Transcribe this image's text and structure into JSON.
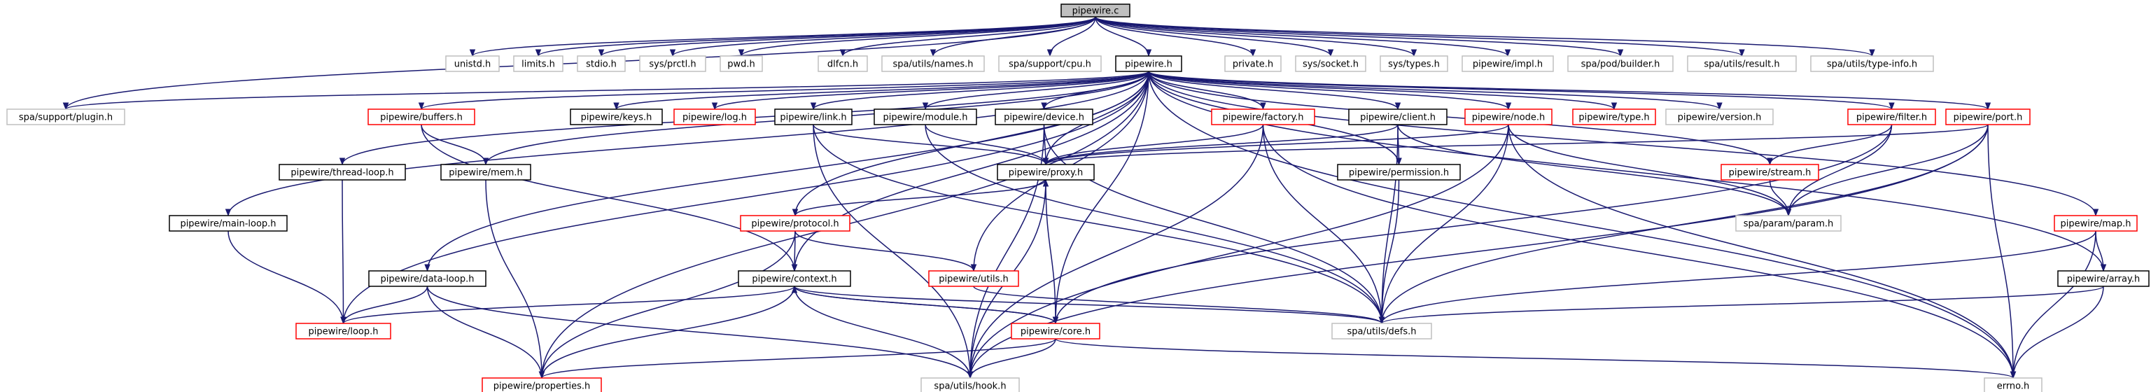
{
  "colors": {
    "edge": "#191970",
    "root_fill": "#bfbfbf",
    "root_border": "#000000",
    "documented_border": "#000000",
    "incomplete_border": "#ff0000",
    "external_border": "#bfbfbf",
    "node_fill": "#ffffff"
  },
  "nodes": [
    {
      "id": "pipewire_c",
      "label": "pipewire.c",
      "kind": "root"
    },
    {
      "id": "unistd",
      "label": "unistd.h",
      "kind": "external"
    },
    {
      "id": "limits",
      "label": "limits.h",
      "kind": "external"
    },
    {
      "id": "stdio",
      "label": "stdio.h",
      "kind": "external"
    },
    {
      "id": "prctl",
      "label": "sys/prctl.h",
      "kind": "external"
    },
    {
      "id": "pwd",
      "label": "pwd.h",
      "kind": "external"
    },
    {
      "id": "dlfcn",
      "label": "dlfcn.h",
      "kind": "external"
    },
    {
      "id": "names",
      "label": "spa/utils/names.h",
      "kind": "external"
    },
    {
      "id": "cpu",
      "label": "spa/support/cpu.h",
      "kind": "external"
    },
    {
      "id": "pipewire_h",
      "label": "pipewire.h",
      "kind": "documented"
    },
    {
      "id": "private",
      "label": "private.h",
      "kind": "external"
    },
    {
      "id": "socket",
      "label": "sys/socket.h",
      "kind": "external"
    },
    {
      "id": "types",
      "label": "sys/types.h",
      "kind": "external"
    },
    {
      "id": "impl",
      "label": "pipewire/impl.h",
      "kind": "external"
    },
    {
      "id": "builder",
      "label": "spa/pod/builder.h",
      "kind": "external"
    },
    {
      "id": "result",
      "label": "spa/utils/result.h",
      "kind": "external"
    },
    {
      "id": "typeinfo",
      "label": "spa/utils/type-info.h",
      "kind": "external"
    },
    {
      "id": "plugin",
      "label": "spa/support/plugin.h",
      "kind": "external"
    },
    {
      "id": "buffers",
      "label": "pipewire/buffers.h",
      "kind": "incomplete"
    },
    {
      "id": "keys",
      "label": "pipewire/keys.h",
      "kind": "documented"
    },
    {
      "id": "log",
      "label": "pipewire/log.h",
      "kind": "incomplete"
    },
    {
      "id": "link",
      "label": "pipewire/link.h",
      "kind": "documented"
    },
    {
      "id": "module",
      "label": "pipewire/module.h",
      "kind": "documented"
    },
    {
      "id": "device",
      "label": "pipewire/device.h",
      "kind": "documented"
    },
    {
      "id": "factory",
      "label": "pipewire/factory.h",
      "kind": "incomplete"
    },
    {
      "id": "client",
      "label": "pipewire/client.h",
      "kind": "documented"
    },
    {
      "id": "node",
      "label": "pipewire/node.h",
      "kind": "incomplete"
    },
    {
      "id": "ptype",
      "label": "pipewire/type.h",
      "kind": "incomplete"
    },
    {
      "id": "version",
      "label": "pipewire/version.h",
      "kind": "external"
    },
    {
      "id": "filter",
      "label": "pipewire/filter.h",
      "kind": "incomplete"
    },
    {
      "id": "port",
      "label": "pipewire/port.h",
      "kind": "incomplete"
    },
    {
      "id": "threadloop",
      "label": "pipewire/thread-loop.h",
      "kind": "documented"
    },
    {
      "id": "mem",
      "label": "pipewire/mem.h",
      "kind": "documented"
    },
    {
      "id": "proxy",
      "label": "pipewire/proxy.h",
      "kind": "documented"
    },
    {
      "id": "permission",
      "label": "pipewire/permission.h",
      "kind": "documented"
    },
    {
      "id": "stream",
      "label": "pipewire/stream.h",
      "kind": "incomplete"
    },
    {
      "id": "mainloop",
      "label": "pipewire/main-loop.h",
      "kind": "documented"
    },
    {
      "id": "protocol",
      "label": "pipewire/protocol.h",
      "kind": "incomplete"
    },
    {
      "id": "param",
      "label": "spa/param/param.h",
      "kind": "external"
    },
    {
      "id": "map",
      "label": "pipewire/map.h",
      "kind": "incomplete"
    },
    {
      "id": "dataloop",
      "label": "pipewire/data-loop.h",
      "kind": "documented"
    },
    {
      "id": "context",
      "label": "pipewire/context.h",
      "kind": "documented"
    },
    {
      "id": "putils",
      "label": "pipewire/utils.h",
      "kind": "incomplete"
    },
    {
      "id": "array",
      "label": "pipewire/array.h",
      "kind": "documented"
    },
    {
      "id": "loop",
      "label": "pipewire/loop.h",
      "kind": "incomplete"
    },
    {
      "id": "defs",
      "label": "spa/utils/defs.h",
      "kind": "external"
    },
    {
      "id": "core",
      "label": "pipewire/core.h",
      "kind": "incomplete"
    },
    {
      "id": "properties",
      "label": "pipewire/properties.h",
      "kind": "incomplete"
    },
    {
      "id": "hook",
      "label": "spa/utils/hook.h",
      "kind": "external"
    },
    {
      "id": "errno",
      "label": "errno.h",
      "kind": "external"
    }
  ],
  "edges": [
    [
      "pipewire_c",
      "unistd"
    ],
    [
      "pipewire_c",
      "limits"
    ],
    [
      "pipewire_c",
      "stdio"
    ],
    [
      "pipewire_c",
      "prctl"
    ],
    [
      "pipewire_c",
      "pwd"
    ],
    [
      "pipewire_c",
      "dlfcn"
    ],
    [
      "pipewire_c",
      "names"
    ],
    [
      "pipewire_c",
      "cpu"
    ],
    [
      "pipewire_c",
      "pipewire_h"
    ],
    [
      "pipewire_c",
      "private"
    ],
    [
      "pipewire_c",
      "socket"
    ],
    [
      "pipewire_c",
      "types"
    ],
    [
      "pipewire_c",
      "impl"
    ],
    [
      "pipewire_c",
      "builder"
    ],
    [
      "pipewire_c",
      "result"
    ],
    [
      "pipewire_c",
      "typeinfo"
    ],
    [
      "pipewire_c",
      "plugin"
    ],
    [
      "pipewire_h",
      "plugin"
    ],
    [
      "pipewire_h",
      "buffers"
    ],
    [
      "pipewire_h",
      "keys"
    ],
    [
      "pipewire_h",
      "log"
    ],
    [
      "pipewire_h",
      "link"
    ],
    [
      "pipewire_h",
      "module"
    ],
    [
      "pipewire_h",
      "device"
    ],
    [
      "pipewire_h",
      "factory"
    ],
    [
      "pipewire_h",
      "client"
    ],
    [
      "pipewire_h",
      "node"
    ],
    [
      "pipewire_h",
      "ptype"
    ],
    [
      "pipewire_h",
      "version"
    ],
    [
      "pipewire_h",
      "filter"
    ],
    [
      "pipewire_h",
      "port"
    ],
    [
      "pipewire_h",
      "threadloop"
    ],
    [
      "pipewire_h",
      "mem"
    ],
    [
      "pipewire_h",
      "proxy"
    ],
    [
      "pipewire_h",
      "permission"
    ],
    [
      "pipewire_h",
      "stream"
    ],
    [
      "pipewire_h",
      "mainloop"
    ],
    [
      "pipewire_h",
      "protocol"
    ],
    [
      "pipewire_h",
      "map"
    ],
    [
      "pipewire_h",
      "dataloop"
    ],
    [
      "pipewire_h",
      "context"
    ],
    [
      "pipewire_h",
      "putils"
    ],
    [
      "pipewire_h",
      "array"
    ],
    [
      "pipewire_h",
      "loop"
    ],
    [
      "pipewire_h",
      "core"
    ],
    [
      "pipewire_h",
      "properties"
    ],
    [
      "pipewire_h",
      "errno"
    ],
    [
      "buffers",
      "mem"
    ],
    [
      "buffers",
      "context"
    ],
    [
      "mem",
      "properties"
    ],
    [
      "threadloop",
      "loop"
    ],
    [
      "mainloop",
      "loop"
    ],
    [
      "link",
      "proxy"
    ],
    [
      "link",
      "defs"
    ],
    [
      "link",
      "hook"
    ],
    [
      "module",
      "proxy"
    ],
    [
      "module",
      "defs"
    ],
    [
      "device",
      "proxy"
    ],
    [
      "device",
      "hook"
    ],
    [
      "device",
      "defs"
    ],
    [
      "factory",
      "proxy"
    ],
    [
      "factory",
      "defs"
    ],
    [
      "factory",
      "hook"
    ],
    [
      "factory",
      "errno"
    ],
    [
      "client",
      "proxy"
    ],
    [
      "client",
      "permission"
    ],
    [
      "client",
      "defs"
    ],
    [
      "client",
      "param"
    ],
    [
      "node",
      "proxy"
    ],
    [
      "node",
      "param"
    ],
    [
      "node",
      "defs"
    ],
    [
      "node",
      "hook"
    ],
    [
      "node",
      "errno"
    ],
    [
      "filter",
      "stream"
    ],
    [
      "filter",
      "param"
    ],
    [
      "filter",
      "core"
    ],
    [
      "port",
      "proxy"
    ],
    [
      "port",
      "param"
    ],
    [
      "port",
      "defs"
    ],
    [
      "port",
      "hook"
    ],
    [
      "port",
      "errno"
    ],
    [
      "stream",
      "param"
    ],
    [
      "proxy",
      "protocol"
    ],
    [
      "proxy",
      "hook"
    ],
    [
      "permission",
      "defs"
    ],
    [
      "protocol",
      "context"
    ],
    [
      "protocol",
      "putils"
    ],
    [
      "protocol",
      "properties"
    ],
    [
      "map",
      "array"
    ],
    [
      "map",
      "defs"
    ],
    [
      "map",
      "errno"
    ],
    [
      "array",
      "defs"
    ],
    [
      "array",
      "errno"
    ],
    [
      "dataloop",
      "loop"
    ],
    [
      "dataloop",
      "properties"
    ],
    [
      "dataloop",
      "hook"
    ],
    [
      "context",
      "loop"
    ],
    [
      "context",
      "defs"
    ],
    [
      "context",
      "core"
    ],
    [
      "context",
      "properties"
    ],
    [
      "context",
      "hook"
    ],
    [
      "putils",
      "defs"
    ],
    [
      "core",
      "context"
    ],
    [
      "core",
      "proxy"
    ],
    [
      "core",
      "properties"
    ],
    [
      "core",
      "hook"
    ],
    [
      "core",
      "errno"
    ]
  ]
}
